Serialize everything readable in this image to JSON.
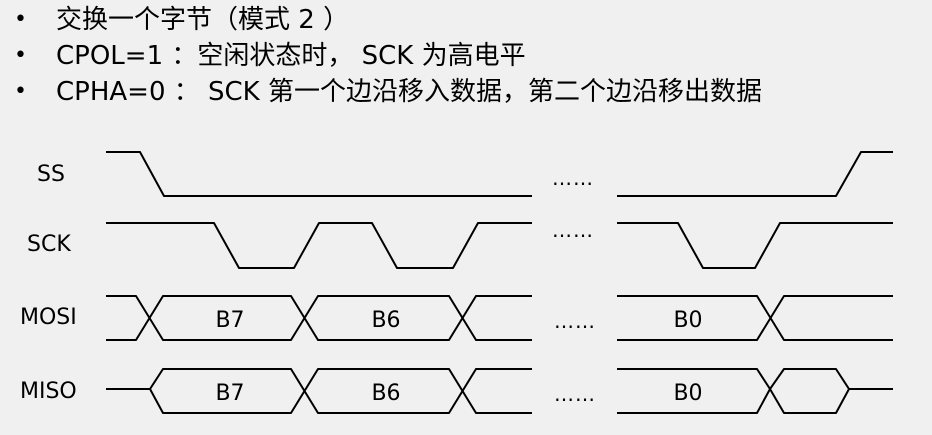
{
  "bullets": [
    "交换一个字节（模式 2 ）",
    "CPOL=1 ：空闲状态时， SCK 为高电平",
    "CPHA=0 ： SCK 第一个边沿移入数据，第二个边沿移出数据"
  ],
  "signals": {
    "ss": "SS",
    "sck": "SCK",
    "mosi": "MOSI",
    "miso": "MISO"
  },
  "mosi_bytes": [
    "B7",
    "B6",
    "B0"
  ],
  "miso_bytes": [
    "B7",
    "B6",
    "B0"
  ],
  "ellipsis": "……"
}
